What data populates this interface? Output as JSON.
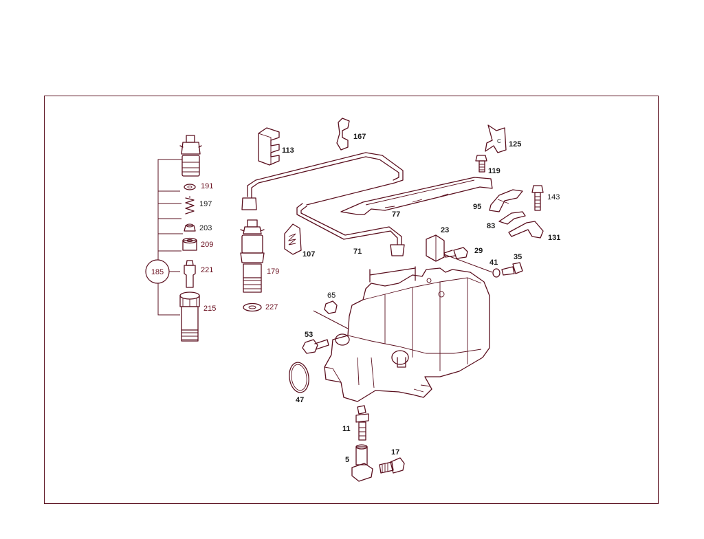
{
  "diagram": {
    "callout_group": "185",
    "bracket_letter": "C",
    "labels": {
      "p191": "191",
      "p197": "197",
      "p203": "203",
      "p209": "209",
      "p221": "221",
      "p215": "215",
      "p179": "179",
      "p227": "227",
      "p113": "113",
      "p107": "107",
      "p167": "167",
      "p71": "71",
      "p77": "77",
      "p125": "125",
      "p119": "119",
      "p95": "95",
      "p143": "143",
      "p83": "83",
      "p131": "131",
      "p23": "23",
      "p29": "29",
      "p41": "41",
      "p35": "35",
      "p65": "65",
      "p53": "53",
      "p47": "47",
      "p11": "11",
      "p5": "5",
      "p17": "17"
    }
  }
}
